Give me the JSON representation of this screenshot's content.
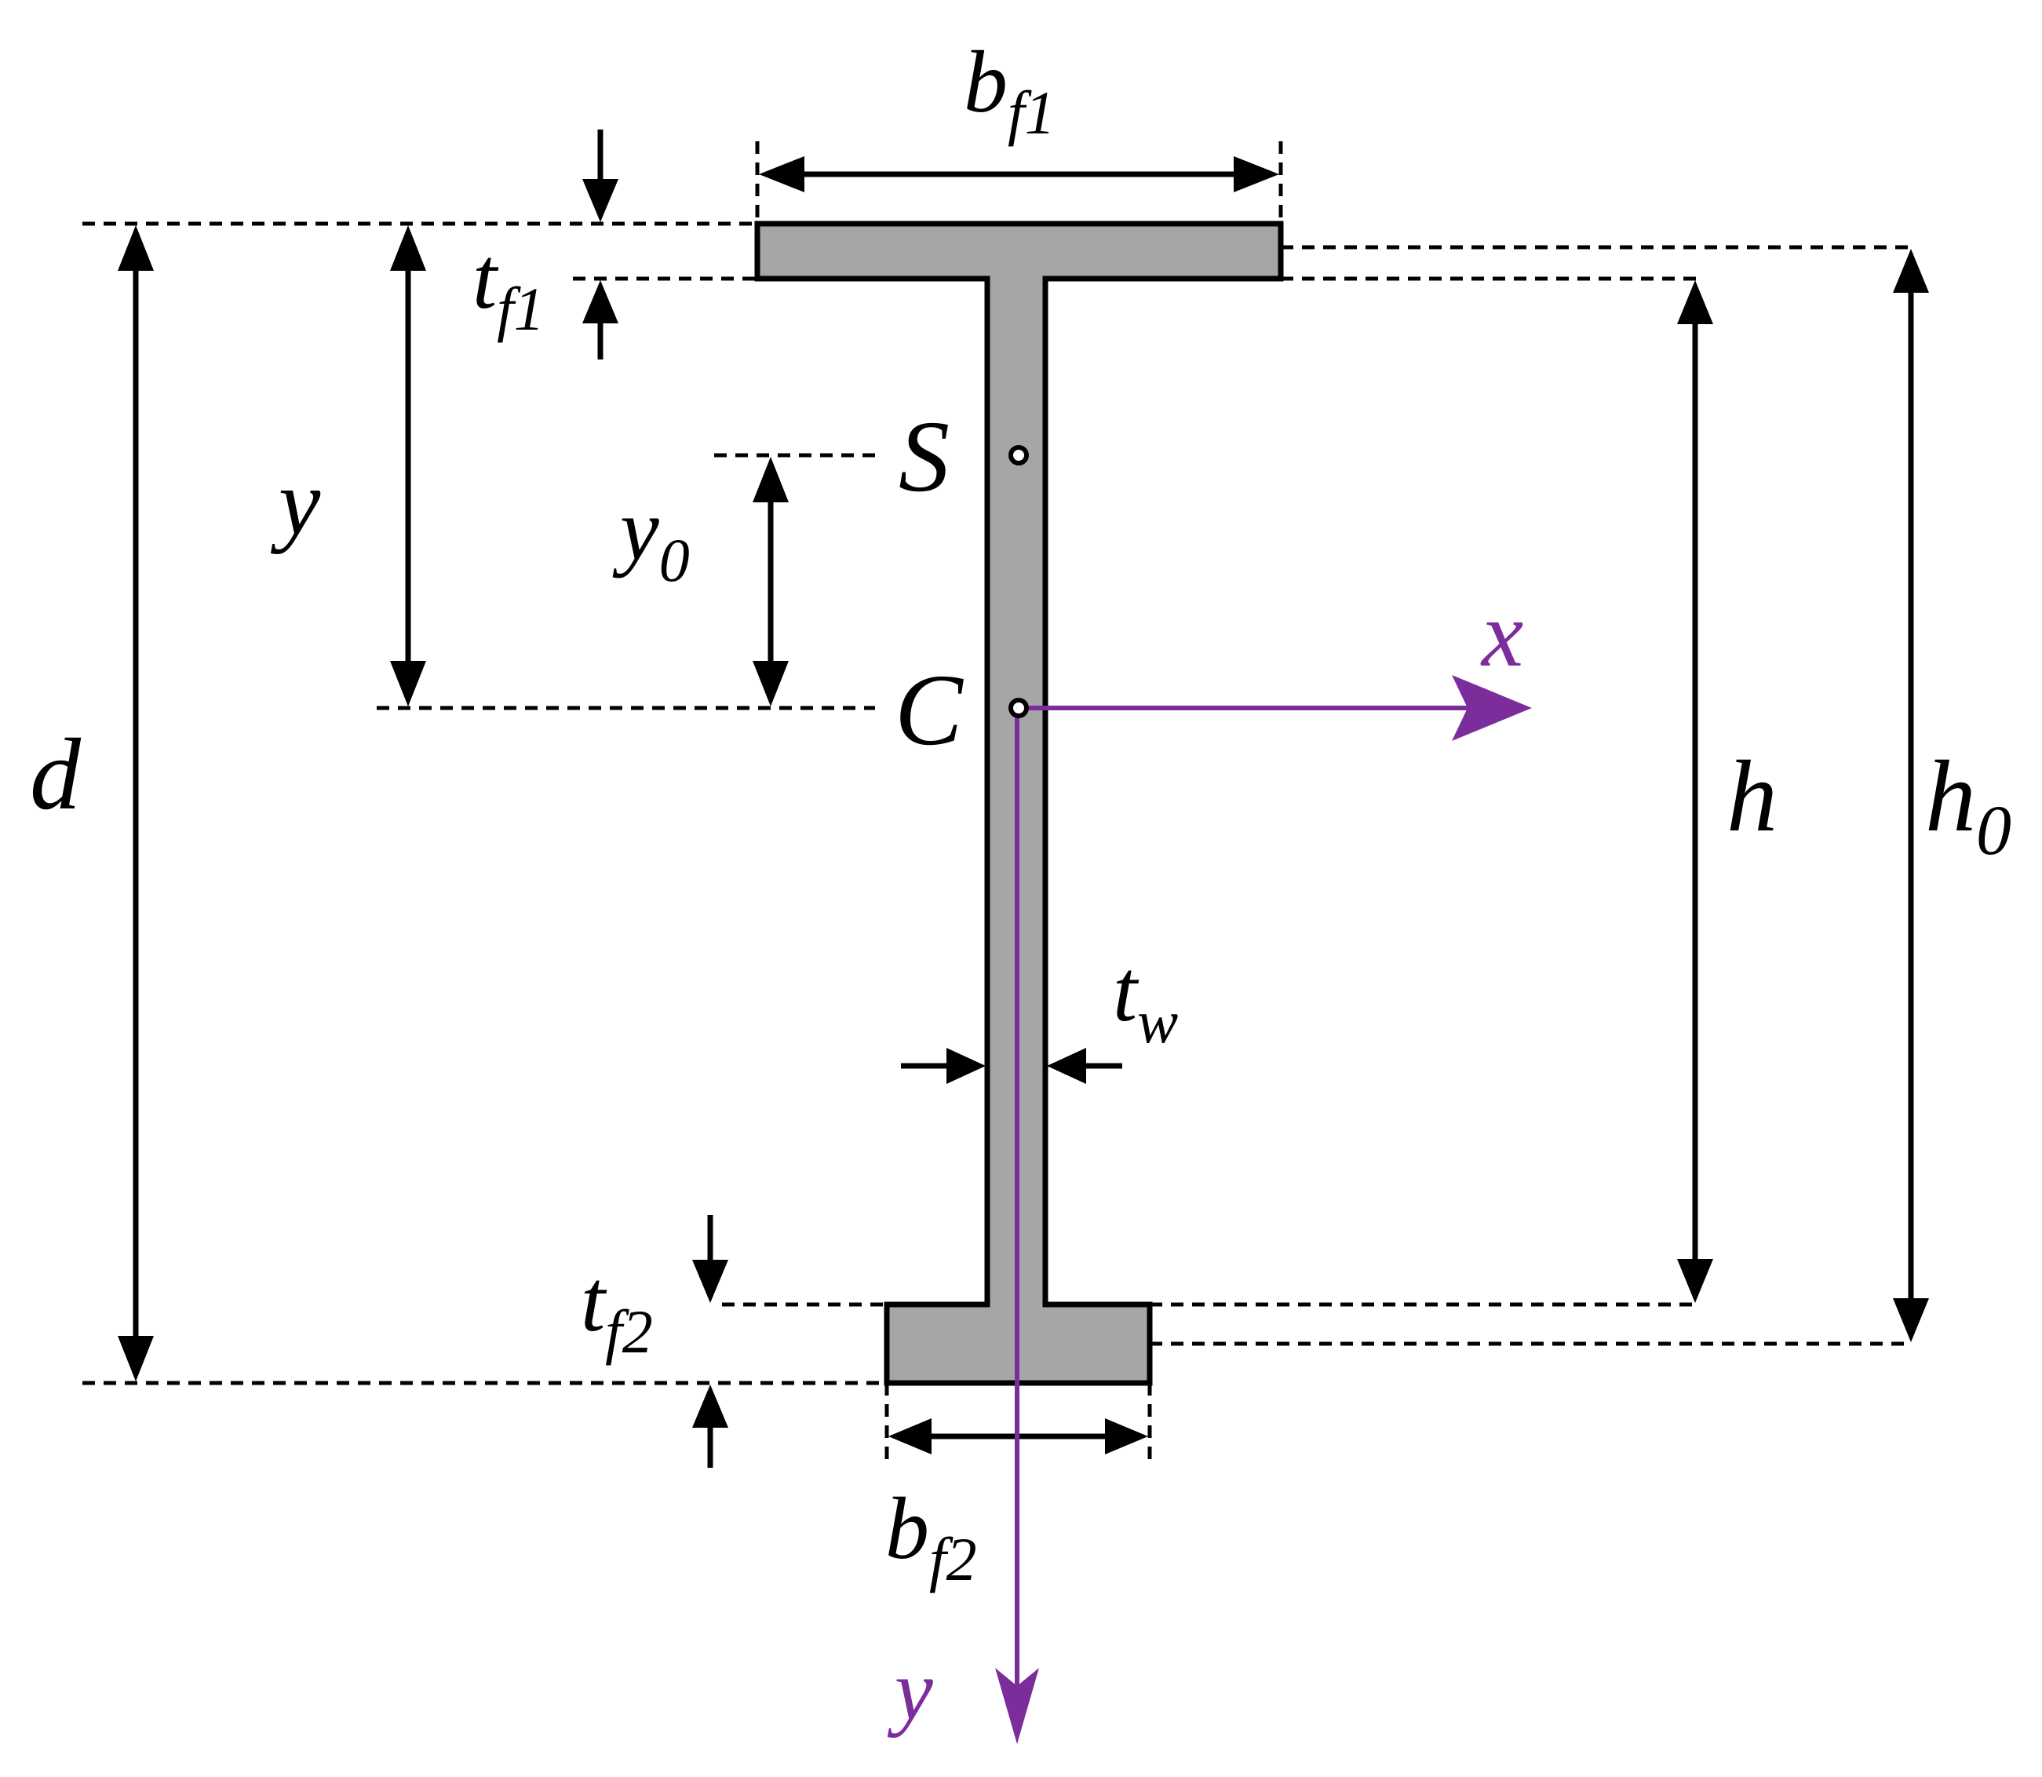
{
  "labels": {
    "bf1": {
      "main": "b",
      "sub": "f1"
    },
    "tf1": {
      "main": "t",
      "sub": "f1"
    },
    "y": {
      "main": "y"
    },
    "y0": {
      "main": "y",
      "sub": "0"
    },
    "S": {
      "main": "S"
    },
    "C": {
      "main": "C"
    },
    "x_axis": {
      "main": "x"
    },
    "d": {
      "main": "d"
    },
    "h": {
      "main": "h"
    },
    "h0": {
      "main": "h",
      "sub": "0"
    },
    "tw": {
      "main": "t",
      "sub": "w"
    },
    "tf2": {
      "main": "t",
      "sub": "f2"
    },
    "bf2": {
      "main": "b",
      "sub": "f2"
    },
    "y_axis": {
      "main": "y"
    }
  },
  "colors": {
    "section_fill": "#a6a6a6",
    "outline": "#000000",
    "axis": "#7b2d9c"
  }
}
